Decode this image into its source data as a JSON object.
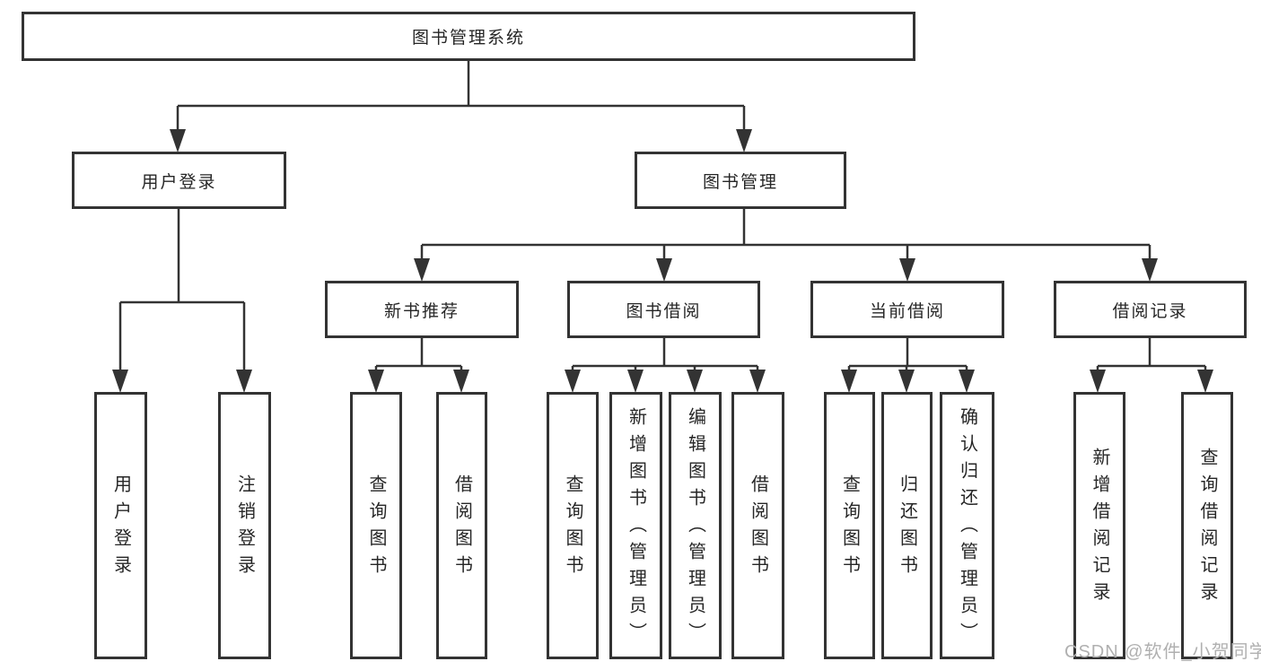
{
  "diagram": {
    "root": {
      "label": "图书管理系统"
    },
    "level2": [
      {
        "label": "用户登录"
      },
      {
        "label": "图书管理"
      }
    ],
    "level3": [
      {
        "label": "新书推荐"
      },
      {
        "label": "图书借阅"
      },
      {
        "label": "当前借阅"
      },
      {
        "label": "借阅记录"
      }
    ],
    "leaves": {
      "login": [
        {
          "label": "用户登录"
        },
        {
          "label": "注销登录"
        }
      ],
      "recommend": [
        {
          "label": "查询图书"
        },
        {
          "label": "借阅图书"
        }
      ],
      "borrow": [
        {
          "label": "查询图书"
        },
        {
          "label": "新增图书（管理员）"
        },
        {
          "label": "编辑图书（管理员）"
        },
        {
          "label": "借阅图书"
        }
      ],
      "current": [
        {
          "label": "查询图书"
        },
        {
          "label": "归还图书"
        },
        {
          "label": "确认归还（管理员）"
        }
      ],
      "records": [
        {
          "label": "新增借阅记录"
        },
        {
          "label": "查询借阅记录"
        }
      ]
    }
  },
  "watermark": {
    "text": "CSDN @软件_小贺同学"
  },
  "colors": {
    "line": "#333333",
    "border": "#333333",
    "text": "#262626",
    "background": "#ffffff",
    "watermark": "#b0b0b0"
  }
}
